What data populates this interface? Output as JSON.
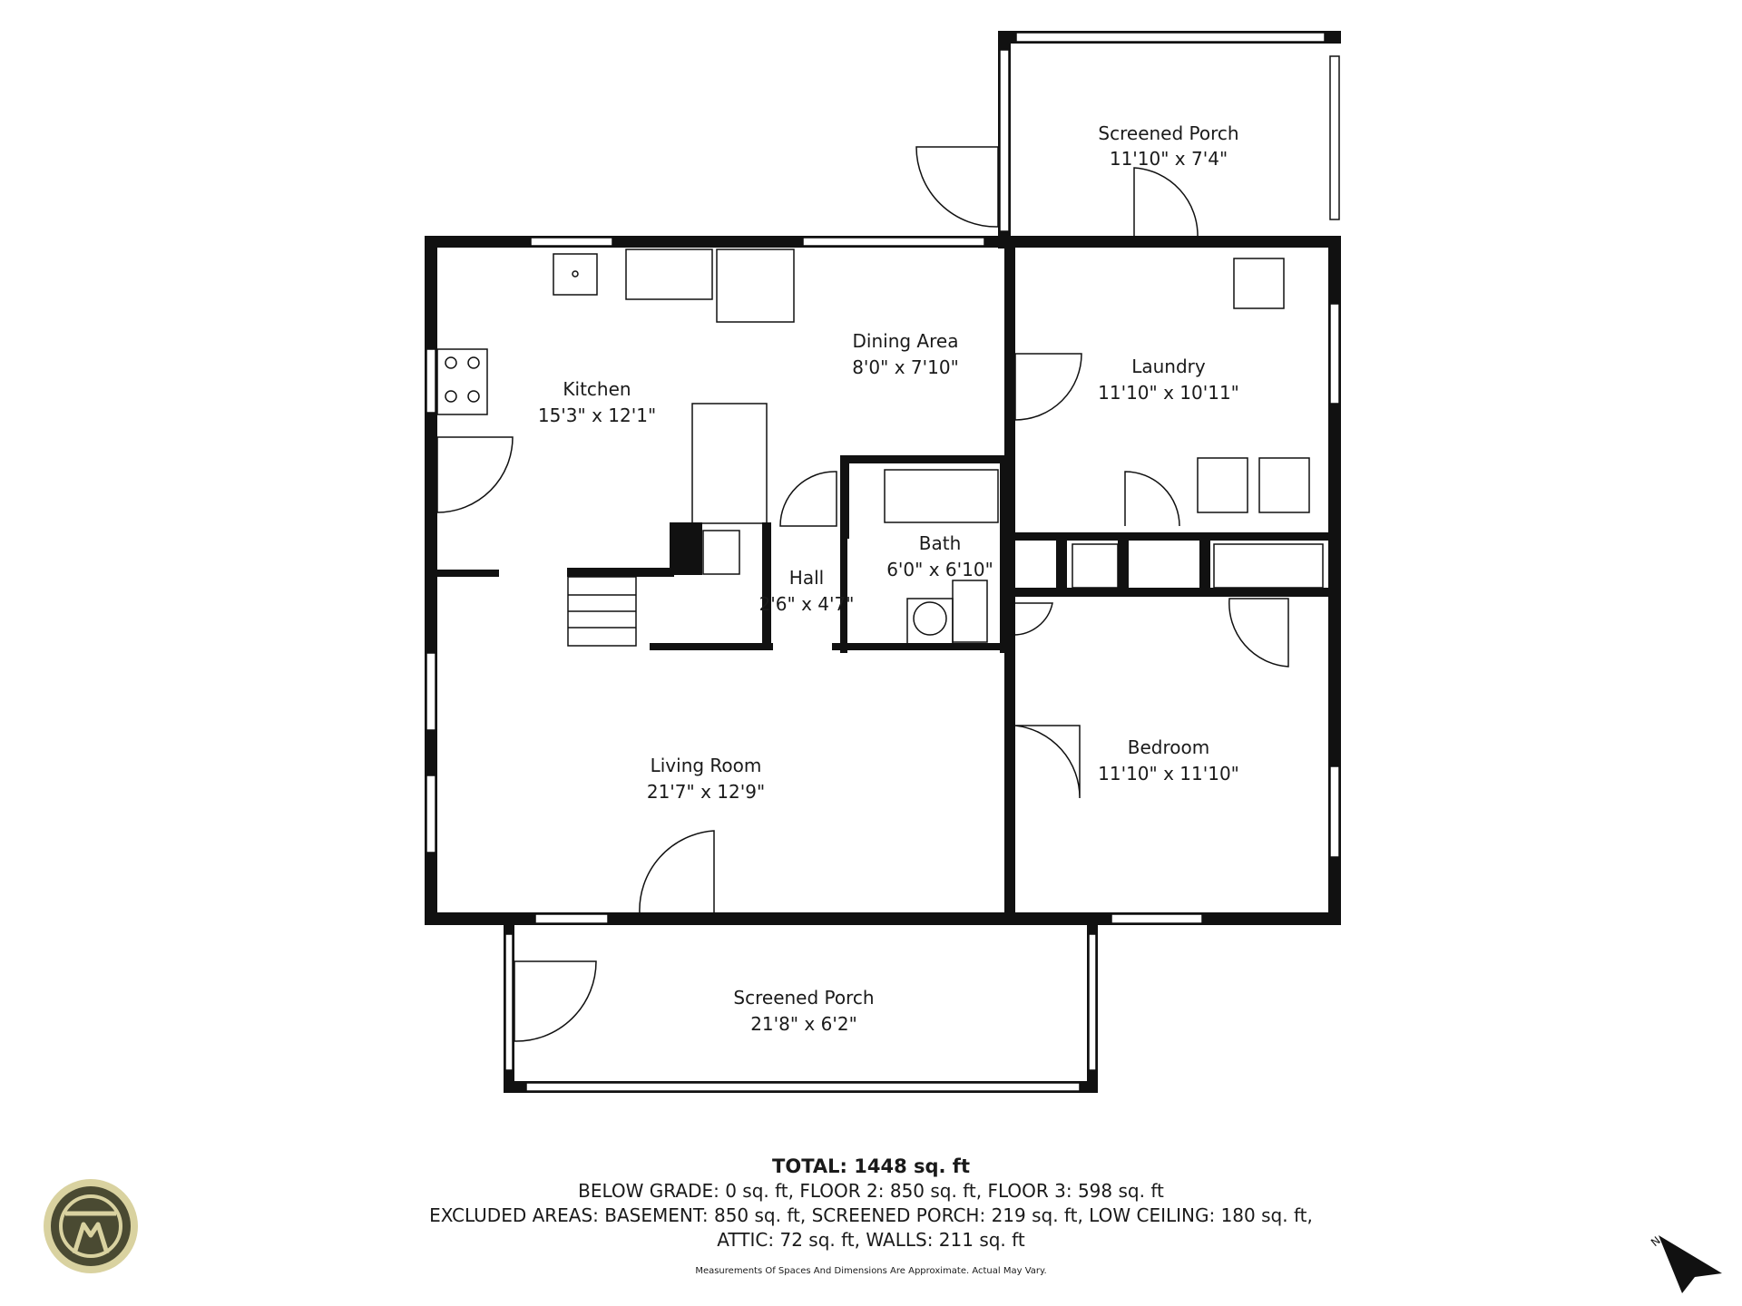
{
  "rooms": {
    "porch_top": {
      "name": "Screened Porch",
      "size": "11'10\" x 7'4\""
    },
    "kitchen": {
      "name": "Kitchen",
      "size": "15'3\" x 12'1\""
    },
    "dining": {
      "name": "Dining Area",
      "size": "8'0\" x 7'10\""
    },
    "laundry": {
      "name": "Laundry",
      "size": "11'10\" x 10'11\""
    },
    "hall": {
      "name": "Hall",
      "size": "2'6\" x 4'7\""
    },
    "bath": {
      "name": "Bath",
      "size": "6'0\" x 6'10\""
    },
    "living": {
      "name": "Living Room",
      "size": "21'7\" x 12'9\""
    },
    "bedroom": {
      "name": "Bedroom",
      "size": "11'10\" x 11'10\""
    },
    "porch_bottom": {
      "name": "Screened Porch",
      "size": "21'8\" x 6'2\""
    }
  },
  "summary": {
    "total": "TOTAL: 1448 sq. ft",
    "line1": "BELOW GRADE: 0 sq. ft, FLOOR 2: 850 sq. ft, FLOOR 3: 598 sq. ft",
    "line2": "EXCLUDED AREAS: BASEMENT: 850 sq. ft, SCREENED PORCH: 219 sq. ft, LOW CEILING: 180 sq. ft,",
    "line3": "ATTIC: 72 sq. ft, WALLS: 211 sq. ft",
    "disclaimer": "Measurements Of Spaces And Dimensions Are Approximate. Actual May Vary."
  },
  "compass": {
    "label": "N"
  },
  "colors": {
    "wall": "#111111",
    "logo_gold": "#d9d2a0",
    "logo_dark": "#4a4a32"
  }
}
